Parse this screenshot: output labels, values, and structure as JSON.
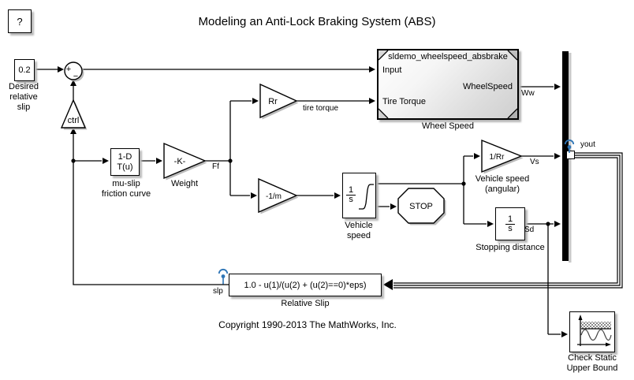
{
  "title": "Modeling an Anti-Lock Braking System (ABS)",
  "copyright": "Copyright 1990-2013 The MathWorks, Inc.",
  "colors": {
    "logging_badge": "#2e75b6",
    "block_border": "#000000",
    "shadow": "#b8b8b8",
    "background": "#ffffff"
  },
  "blocks": {
    "help": {
      "text": "?"
    },
    "desired_slip": {
      "value": "0.2",
      "label": "Desired\nrelative\nslip"
    },
    "sum": {
      "plus": "+",
      "minus": "−"
    },
    "ctrl": {
      "text": "ctrl"
    },
    "mu_slip": {
      "line1": "1-D",
      "line2": "T(u)",
      "label": "mu-slip\nfriction curve"
    },
    "weight": {
      "text": "-K-",
      "label": "Weight"
    },
    "rr": {
      "text": "Rr"
    },
    "neg_inv_mass": {
      "text": "-1/m"
    },
    "wheel_speed": {
      "model": "sldemo_wheelspeed_absbrake",
      "in1": "Input",
      "in2": "Tire Torque",
      "out1": "WheelSpeed",
      "label": "Wheel Speed"
    },
    "vehicle_speed": {
      "num": "1",
      "den": "s",
      "label": "Vehicle\nspeed"
    },
    "stop_sim": {
      "text": "STOP"
    },
    "inv_rr": {
      "text": "1/Rr",
      "label": "Vehicle speed\n(angular)"
    },
    "stopping_distance": {
      "num": "1",
      "den": "s",
      "label": "Stopping distance"
    },
    "relative_slip": {
      "expr": "1.0 - u(1)/(u(2) + (u(2)==0)*eps)",
      "label": "Relative Slip"
    },
    "check_bound": {
      "label": "Check Static\nUpper Bound"
    }
  },
  "signals": {
    "ff": "Ff",
    "tire_torque": "tire torque",
    "ww": "Ww",
    "vs": "Vs",
    "sd": "Sd",
    "slp": "slp",
    "yout": "yout"
  }
}
